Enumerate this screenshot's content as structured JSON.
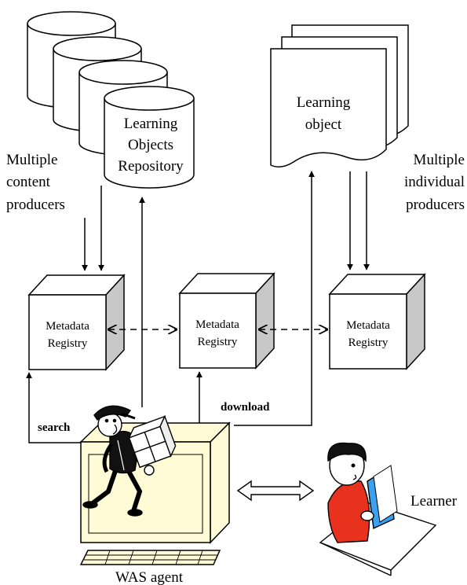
{
  "repository": {
    "label_lines": [
      "Learning",
      "Objects",
      "Repository"
    ]
  },
  "learning_object": {
    "label_lines": [
      "Learning",
      "object"
    ]
  },
  "content_producers": {
    "label_lines": [
      "Multiple",
      "content",
      "producers"
    ]
  },
  "individual_producers": {
    "label_lines": [
      "Multiple",
      "individual",
      "producers"
    ]
  },
  "registries": [
    {
      "label_lines": [
        "Metadata",
        "Registry"
      ]
    },
    {
      "label_lines": [
        "Metadata",
        "Registry"
      ]
    },
    {
      "label_lines": [
        "Metadata",
        "Registry"
      ]
    }
  ],
  "flows": {
    "search": "search",
    "download": "download"
  },
  "agent": {
    "label": "WAS agent",
    "icon": "courier-carrying-box-icon",
    "screen_color": "#fffbd6"
  },
  "learner": {
    "label": "Learner",
    "icon": "person-reading-book-icon",
    "book_color": "#3aa0f0",
    "shirt_color": "#e8321e"
  }
}
